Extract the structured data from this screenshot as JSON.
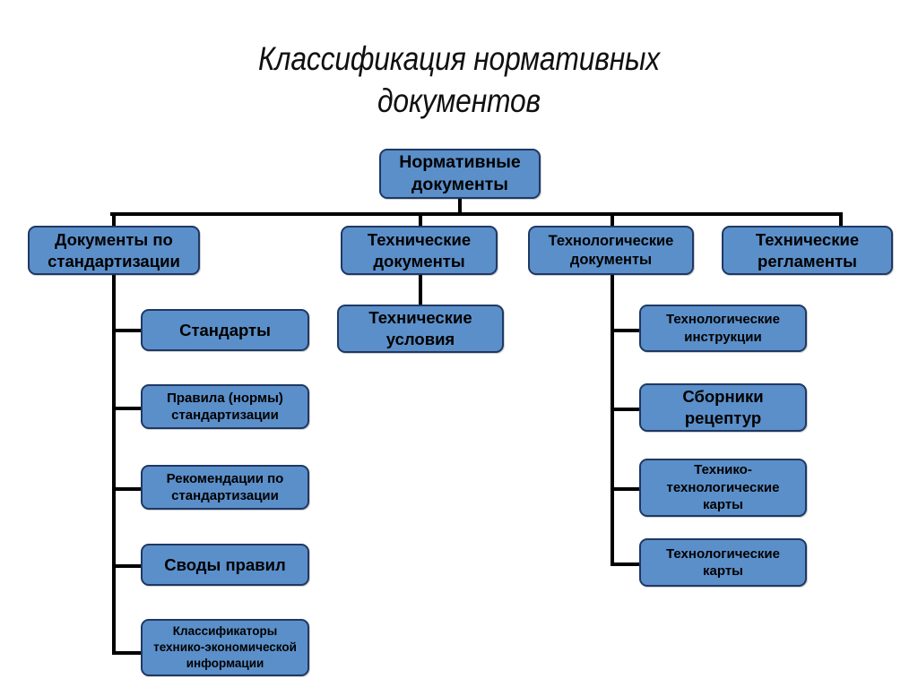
{
  "title": "Классификация нормативных\nдокументов",
  "colors": {
    "node_fill": "#5b8fc9",
    "node_border": "#1f3864",
    "connector": "#000000",
    "text": "#000000",
    "background": "#ffffff"
  },
  "nodes": {
    "root": "Нормативные\nдокументы",
    "level2": [
      "Документы по\nстандартизации",
      "Технические\nдокументы",
      "Технологические\nдокументы",
      "Технические\nрегламенты"
    ],
    "standardization_children": [
      "Стандарты",
      "Правила (нормы)\nстандартизации",
      "Рекомендации по\nстандартизации",
      "Своды правил",
      "Классификаторы\nтехнико-экономической\nинформации"
    ],
    "technical_children": [
      "Технические\nусловия"
    ],
    "technological_children": [
      "Технологические\nинструкции",
      "Сборники\nрецептур",
      "Технико-\nтехнологические\nкарты",
      "Технологические\nкарты"
    ]
  }
}
